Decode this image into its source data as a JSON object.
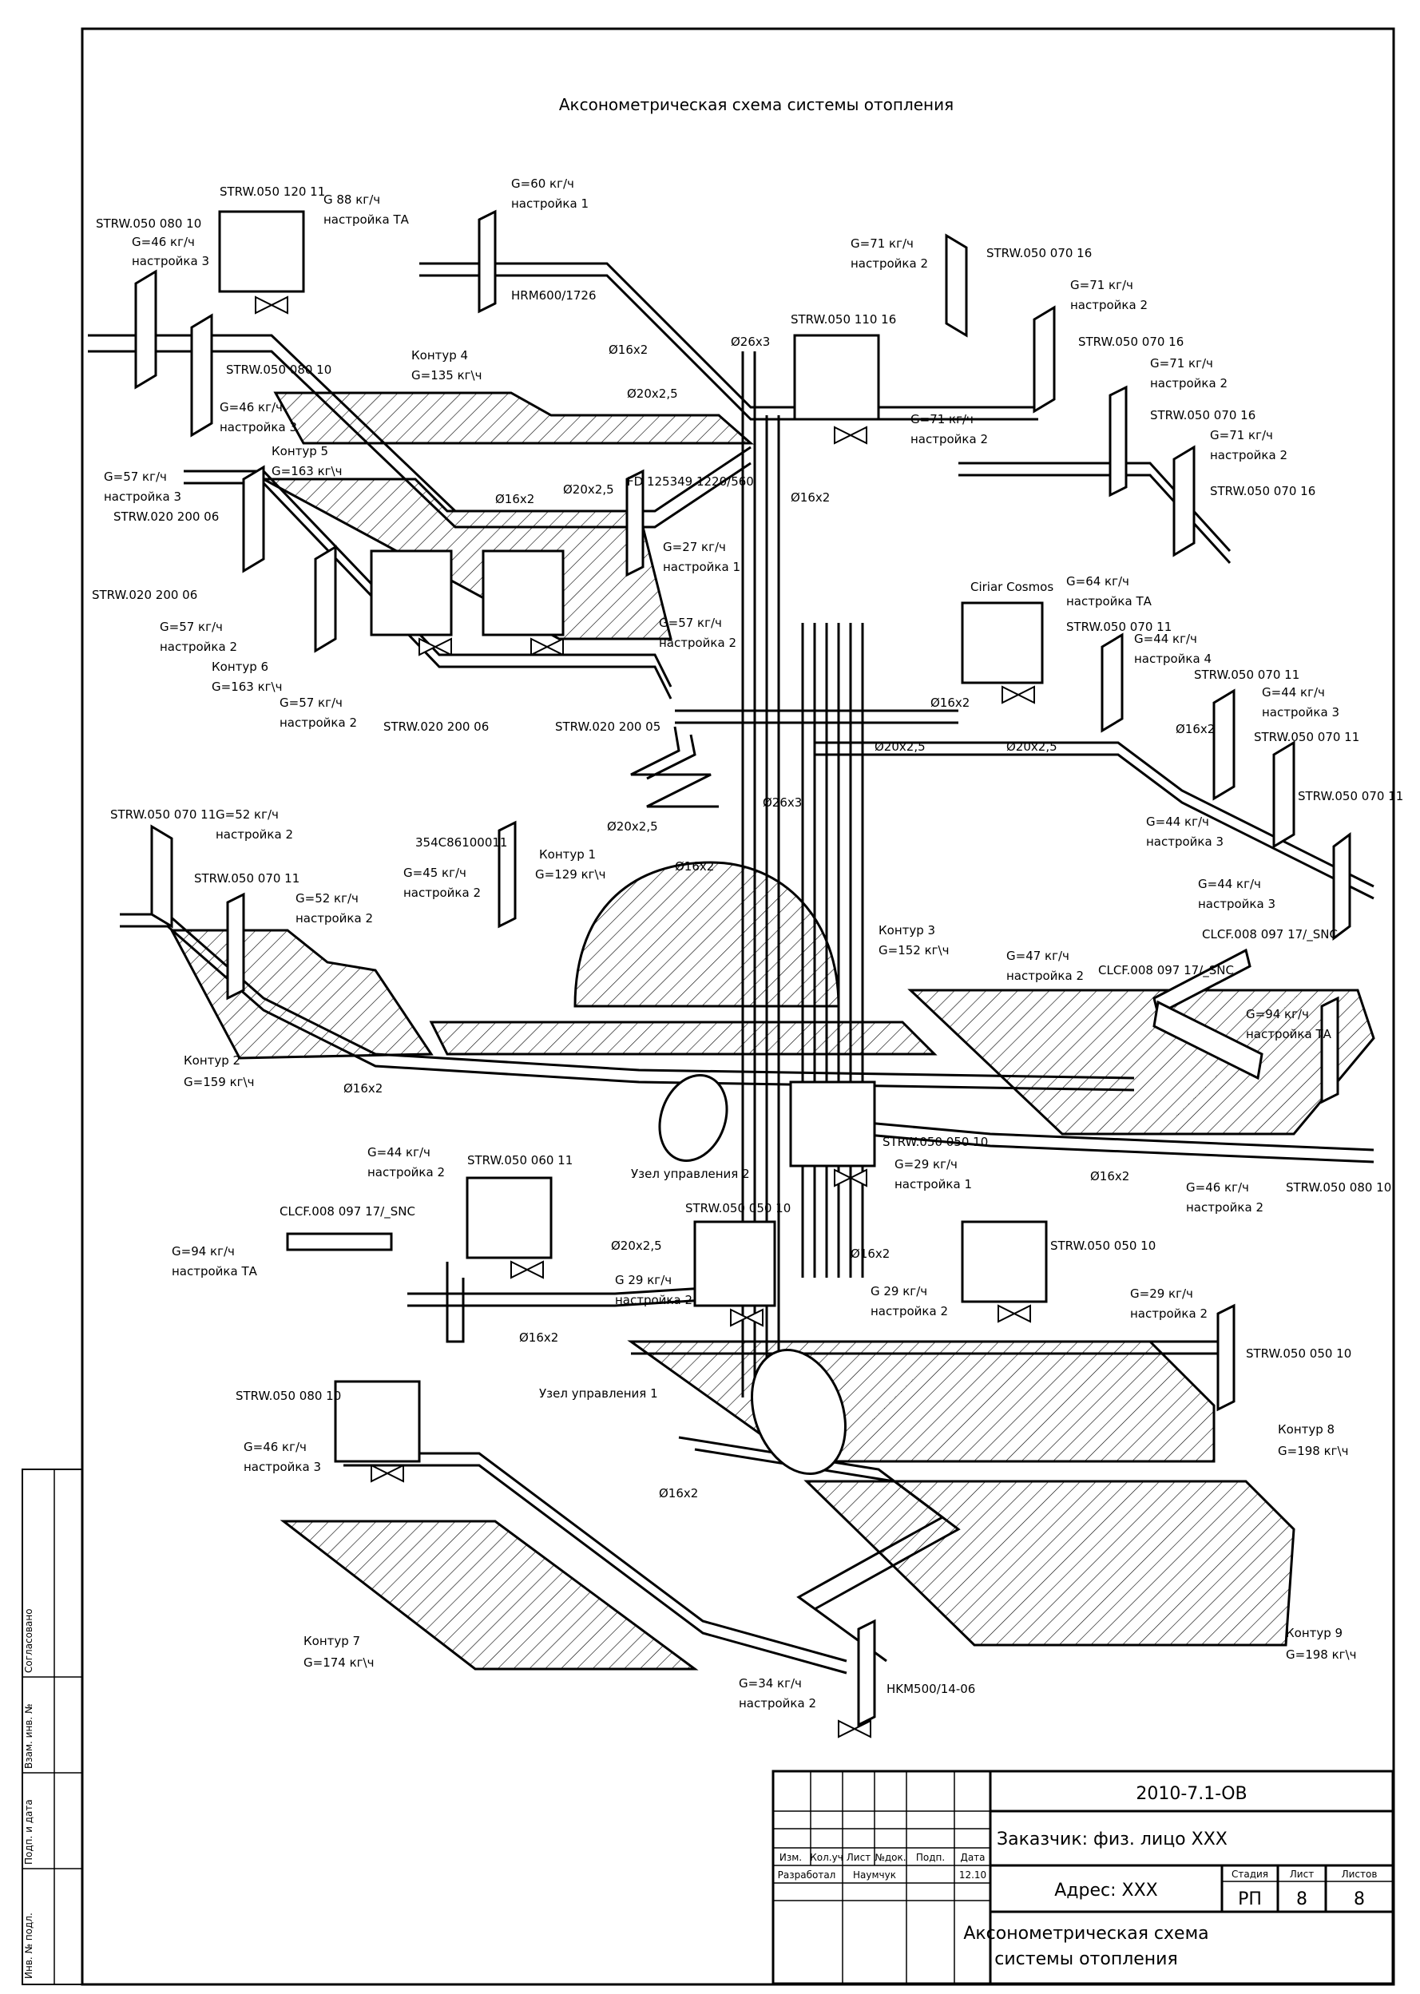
{
  "title": "Аксонометрическая схема системы отопления",
  "labels": {
    "radiators": [
      {
        "id": "r1",
        "model": "STRW.050 120 11",
        "flow": "G 88 кг/ч",
        "setting": "настройка ТА"
      },
      {
        "id": "r2",
        "model": "STRW.050 080 10",
        "flow": "G=46 кг/ч",
        "setting": "настройка 3"
      },
      {
        "id": "r3",
        "model": "STRW.050 080 10",
        "flow": "G=46 кг/ч",
        "setting": "настройка 3"
      },
      {
        "id": "r4",
        "model": "STRW.020 200 06",
        "flow": "G=57 кг/ч",
        "setting": "настройка 3"
      },
      {
        "id": "r5",
        "model": "STRW.020 200 06",
        "flow": "G=57 кг/ч",
        "setting": "настройка 2"
      },
      {
        "id": "r6",
        "model": "STRW.020 200 06",
        "flow": "G=57 кг/ч",
        "setting": "настройка 2"
      },
      {
        "id": "r7",
        "model": "STRW.020 200 05",
        "flow": "G=57 кг/ч",
        "setting": "настройка 2"
      },
      {
        "id": "r8",
        "model": "HRM600/1726",
        "flow": "G=60 кг/ч",
        "setting": "настройка 1"
      },
      {
        "id": "r9",
        "model": "FD 125349 1220/560",
        "flow": "G=27 кг/ч",
        "setting": "настройка 1"
      },
      {
        "id": "r10",
        "model": "STRW.050 110 16",
        "flow": "G=71 кг/ч",
        "setting": "настройка 2"
      },
      {
        "id": "r11",
        "model": "STRW.050 070 16",
        "flow": "G=71 кг/ч",
        "setting": "настройка 2"
      },
      {
        "id": "r12",
        "model": "STRW.050 070 16",
        "flow": "G=71 кг/ч",
        "setting": "настройка 2"
      },
      {
        "id": "r13",
        "model": "STRW.050 070 16",
        "flow": "G=71 кг/ч",
        "setting": "настройка 2"
      },
      {
        "id": "r14",
        "model": "STRW.050 070 16",
        "flow": "G=71 кг/ч",
        "setting": "настройка 2"
      },
      {
        "id": "r15",
        "model": "Ciriar Cosmos",
        "flow": "G=64 кг/ч",
        "setting": "настройка ТА"
      },
      {
        "id": "r16",
        "model": "STRW.050 070 11",
        "flow": "G=44 кг/ч",
        "setting": "настройка 4"
      },
      {
        "id": "r17",
        "model": "STRW.050 070 11",
        "flow": "G=44 кг/ч",
        "setting": "настройка 3"
      },
      {
        "id": "r18",
        "model": "STRW.050 070 11",
        "flow": "G=44 кг/ч",
        "setting": "настройка 3"
      },
      {
        "id": "r19",
        "model": "STRW.050 070 11",
        "flow": "G=44 кг/ч",
        "setting": "настройка 3"
      },
      {
        "id": "r20",
        "model": "STRW.050 070 11",
        "flow": "G=52 кг/ч",
        "setting": "настройка 2"
      },
      {
        "id": "r21",
        "model": "STRW.050 070 11",
        "flow": "G=52 кг/ч",
        "setting": "настройка 2"
      },
      {
        "id": "r22",
        "model": "354С86100011",
        "flow": "G=45 кг/ч",
        "setting": "настройка 2"
      },
      {
        "id": "r23",
        "model": "CLCF.008 097 17/_SNC",
        "flow": "G=47 кг/ч",
        "setting": "настройка 2"
      },
      {
        "id": "r24",
        "model": "CLCF.008 097 17/_SNC",
        "flow": "G=94 кг/ч",
        "setting": "настройка ТА"
      },
      {
        "id": "r25",
        "model": "STRW.050 050 10",
        "flow": "G=29 кг/ч",
        "setting": "настройка 1"
      },
      {
        "id": "r26",
        "model": "STRW.050 080 10",
        "flow": "G=46 кг/ч",
        "setting": "настройка 2"
      },
      {
        "id": "r27",
        "model": "STRW.050 060 11",
        "flow": "G=44 кг/ч",
        "setting": "настройка 2"
      },
      {
        "id": "r28",
        "model": "CLCF.008 097 17/_SNC",
        "flow": "G=94 кг/ч",
        "setting": "настройка ТА"
      },
      {
        "id": "r29",
        "model": "STRW.050 050 10",
        "flow": "G 29 кг/ч",
        "setting": "настройка 2"
      },
      {
        "id": "r30",
        "model": "STRW.050 050 10",
        "flow": "G 29 кг/ч",
        "setting": "настройка 2"
      },
      {
        "id": "r31",
        "model": "STRW.050 050 10",
        "flow": "G=29 кг/ч",
        "setting": "настройка 2"
      },
      {
        "id": "r32",
        "model": "STRW.050 080 10",
        "flow": "G=46 кг/ч",
        "setting": "настройка 3"
      },
      {
        "id": "r33",
        "model": "HKM500/14-06",
        "flow": "G=34 кг/ч",
        "setting": "настройка 2"
      }
    ],
    "contours": [
      {
        "name": "Контур 1",
        "flow": "G=129 кг\\ч"
      },
      {
        "name": "Контур 2",
        "flow": "G=159 кг\\ч"
      },
      {
        "name": "Контур 3",
        "flow": "G=152 кг\\ч"
      },
      {
        "name": "Контур 4",
        "flow": "G=135 кг\\ч"
      },
      {
        "name": "Контур 5",
        "flow": "G=163 кг\\ч"
      },
      {
        "name": "Контур 6",
        "flow": "G=163 кг\\ч"
      },
      {
        "name": "Контур 7",
        "flow": "G=174 кг\\ч"
      },
      {
        "name": "Контур 8",
        "flow": "G=198 кг\\ч"
      },
      {
        "name": "Контур 9",
        "flow": "G=198 кг\\ч"
      }
    ],
    "nodes": [
      "Узел управления 1",
      "Узел управления 2"
    ],
    "pipes": [
      "Ø16x2",
      "Ø20x2,5",
      "Ø26x3"
    ]
  },
  "titleblock": {
    "doc_number": "2010-7.1-ОВ",
    "customer": "Заказчик: физ. лицо ХХХ",
    "address": "Адрес: ХХХ",
    "drawing_name_1": "Аксонометрическая схема",
    "drawing_name_2": "системы отопления",
    "col_izm": "Изм.",
    "col_kol": "Кол.уч",
    "col_list": "Лист",
    "col_ndok": "№док.",
    "col_podp": "Подп.",
    "col_data": "Дата",
    "row_role": "Разработал",
    "row_name": "Наумчук",
    "row_date": "12.10",
    "stage_hdr": "Стадия",
    "sheet_hdr": "Лист",
    "sheets_hdr": "Листов",
    "stage": "РП",
    "sheet": "8",
    "sheets": "8"
  },
  "sidebar": {
    "s1": "Согласовано",
    "s2": "Взам. инв. №",
    "s3": "Подп. и дата",
    "s4": "Инв. № подл."
  }
}
